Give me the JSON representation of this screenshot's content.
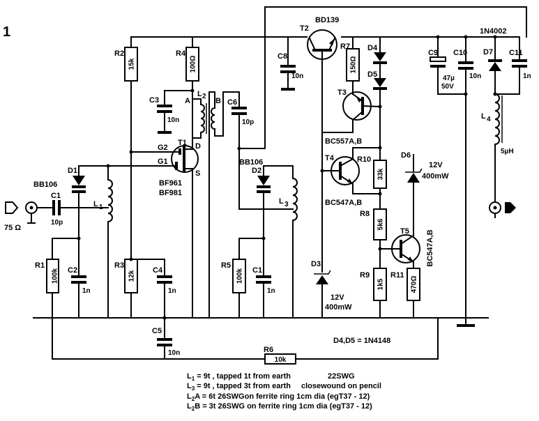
{
  "figure_number": "1",
  "labels": {
    "T1": "T1",
    "T1_types": [
      "BF961",
      "BF981"
    ],
    "G1": "G1",
    "G2": "G2",
    "D": "D",
    "S": "S",
    "T2": "T2",
    "T2_type": "BD139",
    "T3": "T3",
    "T3_type": "BC557A,B",
    "T4": "T4",
    "T4_type": "BC547A,B",
    "T5": "T5",
    "T5_type": "BC547A,B",
    "R1": "R1",
    "R1_val": "100k",
    "R2": "R2",
    "R2_val": "15k",
    "R3": "R3",
    "R3_val": "12k",
    "R4": "R4",
    "R4_val": "100Ω",
    "R5": "R5",
    "R5_val": "100k",
    "R6": "R6",
    "R6_val": "10k",
    "R7": "R7",
    "R7_val": "150Ω",
    "R8": "R8",
    "R8_val": "5k6",
    "R9": "R9",
    "R9_val": "1k5",
    "R10": "R10",
    "R10_val": "33k",
    "R11": "R11",
    "R11_val": "470Ω",
    "C1": "C1",
    "C1_val": "10p",
    "C2": "C2",
    "C2_val": "1n",
    "C3": "C3",
    "C3_val": "10n",
    "C4": "C4",
    "C4_val": "1n",
    "C5": "C5",
    "C5_val": "10n",
    "C6": "C6",
    "C6_val": "10p",
    "C1b": "C1",
    "C1b_val": "1n",
    "C8": "C8",
    "C8_val": "10n",
    "C9": "C9",
    "C9_val": [
      "47µ",
      "50V"
    ],
    "C10": "C10",
    "C10_val": "10n",
    "C11": "C11",
    "C11_val": "1n",
    "D1": "D1",
    "D1_type": "BB106",
    "D2": "D2",
    "D2_type": "BB106",
    "D3": "D3",
    "D3_val": [
      "12V",
      "400mW"
    ],
    "D4": "D4",
    "D5": "D5",
    "D6": "D6",
    "D6_val": [
      "12V",
      "400mW"
    ],
    "D7": "D7",
    "D7_type": "1N4002",
    "L1": "L",
    "L1_sub": "1",
    "L2": "L",
    "L2_sub": "2",
    "L2_A": "A",
    "L2_B": "B",
    "L3": "L",
    "L3_sub": "3",
    "L4": "L",
    "L4_sub": "4",
    "L4_val": "5µH",
    "input_imp": "75 Ω",
    "d4d5": "D4,D5 = 1N4148"
  },
  "notes": [
    {
      "sym": "L",
      "sub": "1",
      "text": " = 9t , tapped 1t from earth"
    },
    {
      "sym": "L",
      "sub": "3",
      "text": " = 9t , tapped 3t from earth"
    },
    {
      "sym": "L",
      "sub": "2",
      "text": "A = 6t     26SWGon ferrite ring 1cm dia (egT37 - 12)"
    },
    {
      "sym": "L",
      "sub": "2",
      "text": "B = 3t     26SWG on ferrite ring 1cm dia (egT37 - 12)"
    }
  ],
  "wire_note": [
    "22SWG",
    "closewound on pencil"
  ]
}
